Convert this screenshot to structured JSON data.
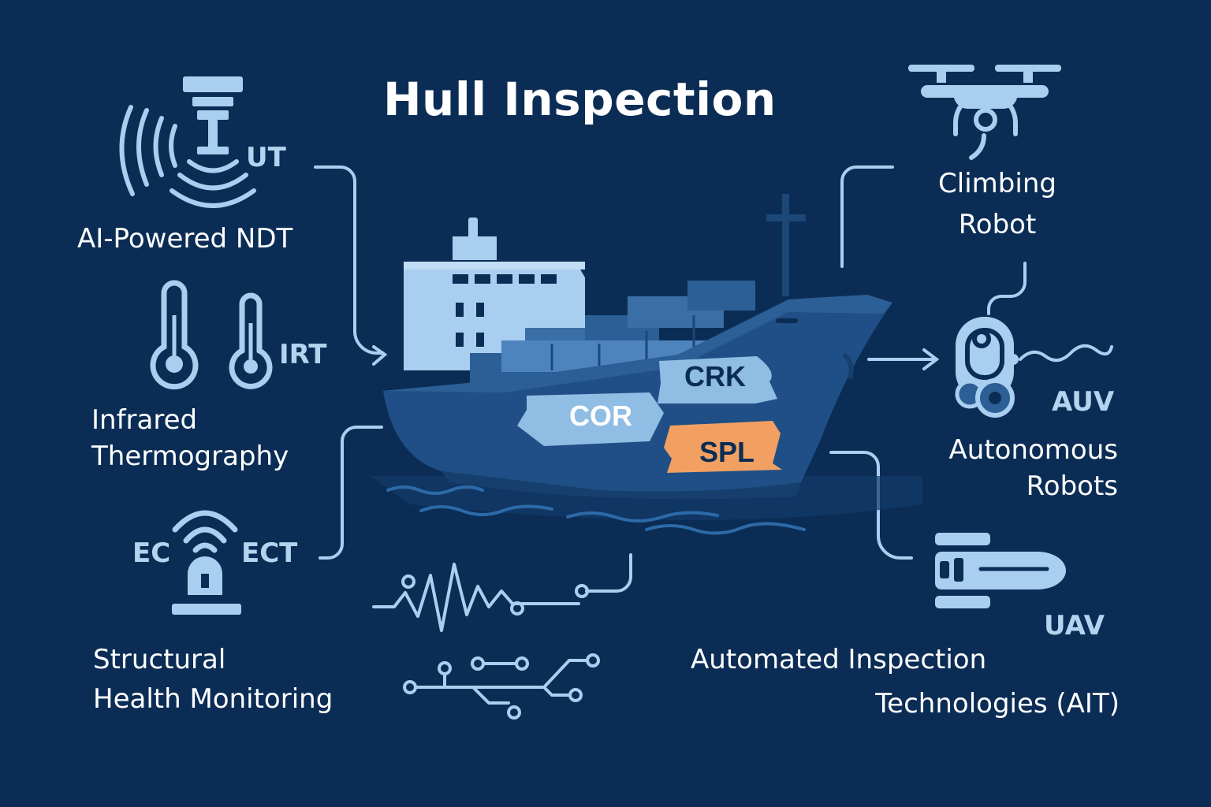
{
  "title": "Hull Inspection",
  "methods": {
    "ndt": {
      "abbr": "UT",
      "label": "AI-Powered NDT"
    },
    "irt": {
      "abbr": "IRT",
      "label_line1": "Infrared",
      "label_line2": "Thermography"
    },
    "ect": {
      "abbr_left": "EC",
      "abbr_right": "ECT"
    },
    "shm": {
      "label_line1": "Structural",
      "label_line2": "Health Monitoring"
    },
    "climbing": {
      "label_line1": "Climbing",
      "label_line2": "Robot"
    },
    "auv": {
      "abbr": "AUV",
      "label_line1": "Autonomous",
      "label_line2": "Robots"
    },
    "uav": {
      "abbr": "UAV",
      "label_line1": "Automated Inspection",
      "label_line2": "Technologies (AIT)"
    }
  },
  "defects": {
    "crk": "CRK",
    "cor": "COR",
    "spl": "SPL"
  },
  "colors": {
    "background": "#0b2d55",
    "icon": "#a9cff0",
    "hull": "#1f4f86",
    "defect_light": "#8fbde4",
    "defect_highlight": "#f2a062"
  }
}
